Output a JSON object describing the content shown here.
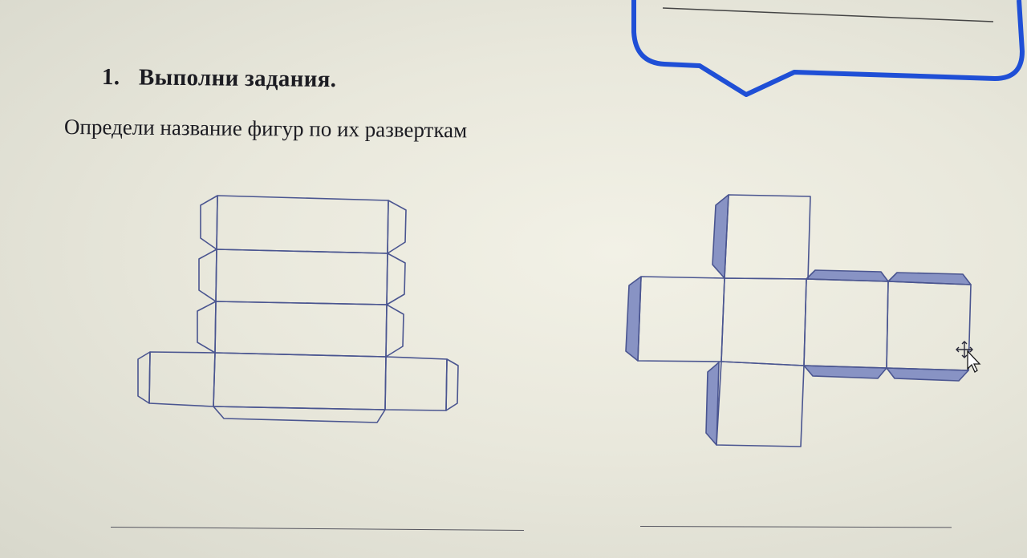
{
  "task": {
    "number": "1.",
    "title": "Выполни задания.",
    "instruction": "Определи название фигур по их разверткам"
  },
  "colors": {
    "net_stroke": "#4a5590",
    "flap_fill": "#8893c4",
    "callout_stroke": "#1f4fd6"
  },
  "icons": {
    "move_cursor": "move-cursor-icon"
  }
}
